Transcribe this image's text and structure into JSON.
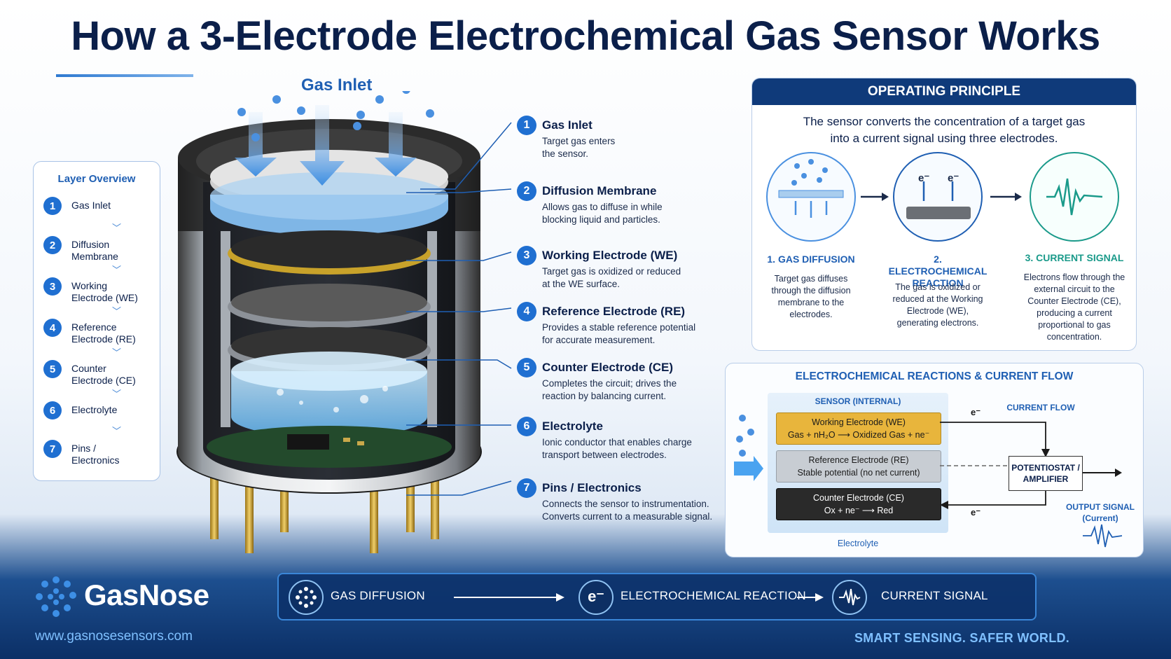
{
  "title": "How a 3-Electrode Electrochemical Gas Sensor Works",
  "diagram": {
    "gas_inlet_label": "Gas Inlet"
  },
  "layer_overview": {
    "heading": "Layer Overview",
    "items": [
      {
        "num": "1",
        "label": "Gas Inlet"
      },
      {
        "num": "2",
        "label": "Diffusion Membrane"
      },
      {
        "num": "3",
        "label": "Working Electrode (WE)"
      },
      {
        "num": "4",
        "label": "Reference Electrode (RE)"
      },
      {
        "num": "5",
        "label": "Counter Electrode (CE)"
      },
      {
        "num": "6",
        "label": "Electrolyte"
      },
      {
        "num": "7",
        "label": "Pins / Electronics"
      }
    ]
  },
  "callouts": [
    {
      "num": "1",
      "title": "Gas Inlet",
      "desc": "Target gas enters the sensor."
    },
    {
      "num": "2",
      "title": "Diffusion Membrane",
      "desc": "Allows gas to diffuse in while blocking liquid and particles."
    },
    {
      "num": "3",
      "title": "Working Electrode (WE)",
      "desc": "Target gas is oxidized or reduced at the WE surface."
    },
    {
      "num": "4",
      "title": "Reference Electrode (RE)",
      "desc": "Provides a stable reference potential for accurate measurement."
    },
    {
      "num": "5",
      "title": "Counter Electrode (CE)",
      "desc": "Completes the circuit; drives the reaction by balancing current."
    },
    {
      "num": "6",
      "title": "Electrolyte",
      "desc": "Ionic conductor that enables charge transport between electrodes."
    },
    {
      "num": "7",
      "title": "Pins / Electronics",
      "desc": "Connects the sensor to instrumentation. Converts current to a measurable signal."
    }
  ],
  "operating_principle": {
    "heading": "OPERATING PRINCIPLE",
    "subtitle": "The sensor converts the concentration of a target gas into a current signal using three electrodes.",
    "steps": [
      {
        "title": "1. GAS DIFFUSION",
        "desc": "Target gas diffuses through the diffusion membrane to the electrodes."
      },
      {
        "title": "2. ELECTROCHEMICAL REACTION",
        "desc": "The gas is oxidized or reduced at the Working Electrode (WE), generating electrons."
      },
      {
        "title": "3. CURRENT SIGNAL",
        "desc": "Electrons flow through the external circuit to the Counter Electrode (CE), producing a current proportional to gas concentration."
      }
    ],
    "electron_symbol": "e⁻"
  },
  "reactions": {
    "heading": "ELECTROCHEMICAL REACTIONS & CURRENT FLOW",
    "sensor_label": "SENSOR (INTERNAL)",
    "we": {
      "name": "Working Electrode (WE)",
      "eq": "Gas + nH₂O ⟶ Oxidized Gas + ne⁻"
    },
    "re": {
      "name": "Reference Electrode (RE)",
      "eq": "Stable potential (no net current)"
    },
    "ce": {
      "name": "Counter Electrode (CE)",
      "eq": "Ox + ne⁻ ⟶ Red"
    },
    "electrolyte_label": "Electrolyte",
    "current_flow_label": "CURRENT FLOW",
    "potentiostat_label": "POTENTIOSTAT / AMPLIFIER",
    "output_label": "OUTPUT SIGNAL (Current)",
    "electron_label": "e⁻"
  },
  "bottom_bar": {
    "step1": "GAS DIFFUSION",
    "step2": "ELECTROCHEMICAL REACTION",
    "step3": "CURRENT SIGNAL",
    "electron_icon_text": "e⁻"
  },
  "brand": {
    "name": "GasNose",
    "url": "www.gasnosesensors.com",
    "tagline": "SMART SENSING. SAFER WORLD."
  },
  "colors": {
    "navy": "#0b1f4a",
    "accent_blue": "#1f6fd1",
    "teal": "#1a9a8a",
    "gold": "#e8b53c"
  }
}
